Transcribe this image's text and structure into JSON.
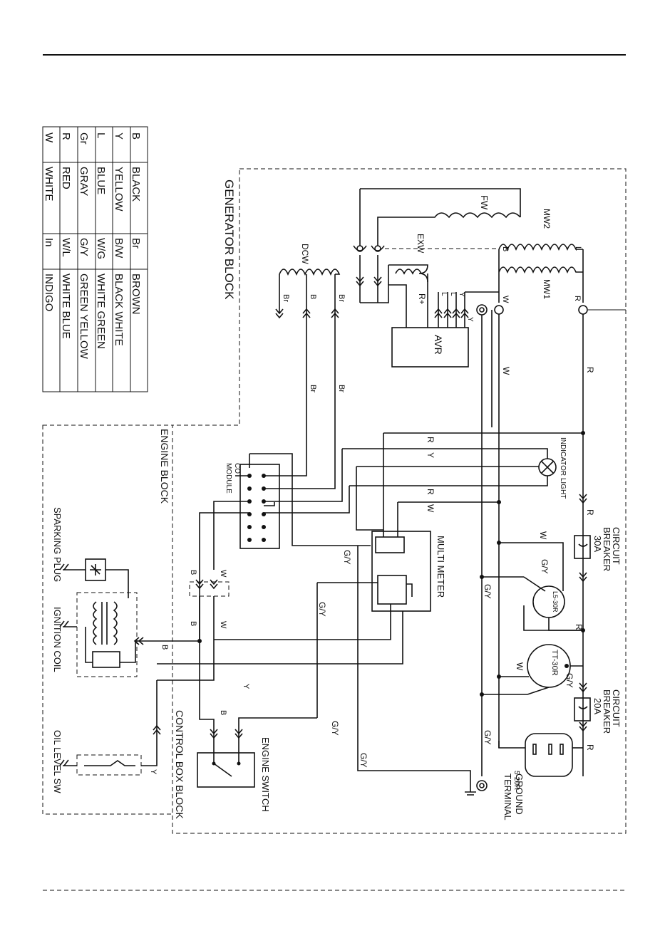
{
  "legend": {
    "left": [
      {
        "code": "B",
        "name": "BLACK"
      },
      {
        "code": "Y",
        "name": "YELLOW"
      },
      {
        "code": "L",
        "name": "BLUE"
      },
      {
        "code": "Gr",
        "name": "GRAY"
      },
      {
        "code": "R",
        "name": "RED"
      },
      {
        "code": "W",
        "name": "WHITE"
      }
    ],
    "right": [
      {
        "code": "Br",
        "name": "BROWN"
      },
      {
        "code": "B/W",
        "name": "BLACK  WHITE"
      },
      {
        "code": "W/G",
        "name": "WHITE GREEN"
      },
      {
        "code": "G/Y",
        "name": "GREEN YELLOW"
      },
      {
        "code": "W/L",
        "name": "WHITE BLUE"
      },
      {
        "code": "In",
        "name": "INDIGO"
      }
    ]
  },
  "blocks": {
    "generator": "GENERATOR BLOCK",
    "engine": "ENGINE BLOCK",
    "control_box": "CONTROL BOX BLOCK"
  },
  "components": {
    "fw": "FW",
    "exw": "EXW",
    "mw2": "MW2",
    "mw1": "MW1",
    "dcw": "DCW",
    "avr": "AVR",
    "co_module": [
      "CO",
      "MODULE"
    ],
    "multi_meter": "MULTI METER",
    "indicator_light": "INDICATOR LIGHT",
    "cb30": [
      "CIRCUIT",
      "BREAKER",
      "30A"
    ],
    "cb20": [
      "CIRCUIT",
      "BREAKER",
      "20A"
    ],
    "l5_30r": "L5-30R",
    "tt_30r": "TT-30R",
    "r5_20r": "5-20R",
    "ground": [
      "GROUND",
      "TERMINAL"
    ],
    "engine_switch": "ENGINE SWITCH",
    "sparking_plug": "SPARKING PLUG",
    "ignition_coil": "IGNITION COIL",
    "oil_level_sw": "OIL LEVEL SW"
  },
  "wire_labels": {
    "R": "R",
    "W": "W",
    "B": "B",
    "Y": "Y",
    "Br": "Br",
    "GY": "G/Y",
    "Rplus": "R+",
    "L": "L",
    "YY": "Y"
  }
}
